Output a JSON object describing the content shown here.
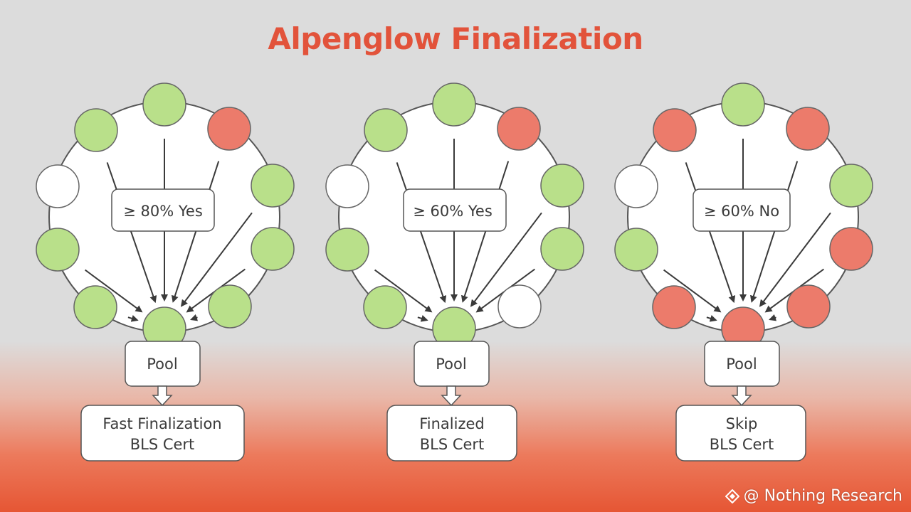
{
  "title": "Alpenglow Finalization",
  "colors": {
    "title": "#e2533b",
    "yes_vote": "#b9e08a",
    "no_vote": "#ec7b6b",
    "no_vote_cast": "#ffffff"
  },
  "diagrams": [
    {
      "threshold_label": "≥ 80% Yes",
      "pool_label": "Pool",
      "result_line1": "Fast Finalization",
      "result_line2": "BLS Cert",
      "pool_state": "yes",
      "nodes": [
        "yes",
        "yes",
        "no",
        "yes",
        "yes",
        "yes",
        "yes",
        "yes",
        "none",
        "yes"
      ]
    },
    {
      "threshold_label": "≥ 60% Yes",
      "pool_label": "Pool",
      "result_line1": "Finalized",
      "result_line2": "BLS Cert",
      "pool_state": "yes",
      "nodes": [
        "yes",
        "yes",
        "no",
        "yes",
        "yes",
        "none",
        "yes",
        "no",
        "none",
        "yes"
      ]
    },
    {
      "threshold_label": "≥ 60% No",
      "pool_label": "Pool",
      "result_line1": "Skip",
      "result_line2": "BLS Cert",
      "pool_state": "no",
      "nodes": [
        "yes",
        "no",
        "no",
        "yes",
        "no",
        "no",
        "yes",
        "no",
        "none",
        "no"
      ]
    }
  ],
  "watermark": "@ Nothing Research"
}
